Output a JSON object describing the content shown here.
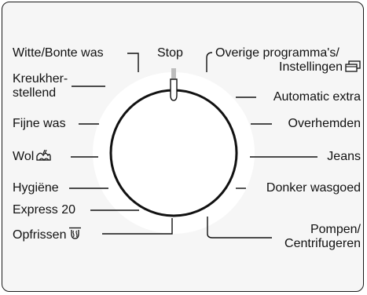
{
  "dial": {
    "top_label": "Stop",
    "left_programs": [
      {
        "id": "witte-bonte",
        "label": "Witte/Bonte was"
      },
      {
        "id": "kreukherstellend",
        "label_line1": "Kreukher-",
        "label_line2": "stellend"
      },
      {
        "id": "fijne-was",
        "label": "Fijne was"
      },
      {
        "id": "wol",
        "label": "Wol",
        "icon": "wool-hand-icon"
      },
      {
        "id": "hygiene",
        "label": "Hygiëne"
      },
      {
        "id": "express",
        "label": "Express 20"
      },
      {
        "id": "opfrissen",
        "label": "Opfrissen",
        "icon": "steam-icon"
      }
    ],
    "right_programs": [
      {
        "id": "overige",
        "label_line1": "Overige programma's/",
        "label_line2": "Instellingen",
        "icon": "screen-stack-icon"
      },
      {
        "id": "automatic",
        "label": "Automatic extra"
      },
      {
        "id": "overhemden",
        "label": "Overhemden"
      },
      {
        "id": "jeans",
        "label": "Jeans"
      },
      {
        "id": "donker",
        "label": "Donker wasgoed"
      },
      {
        "id": "pompen",
        "label_line1": "Pompen/",
        "label_line2": "Centrifugeren"
      }
    ],
    "colors": {
      "line": "#111111",
      "panel": "#f6f6f6",
      "ring": "#ffffff",
      "indicator": "#bdbdbd"
    }
  }
}
